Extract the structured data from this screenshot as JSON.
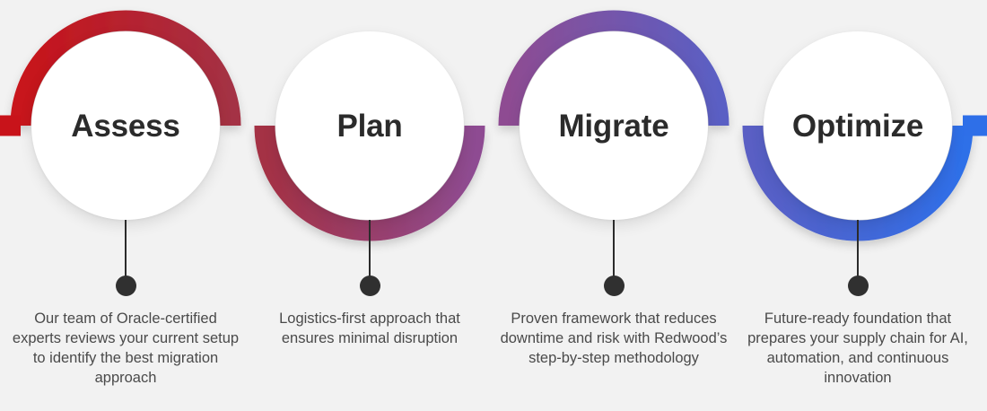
{
  "background_color": "#f2f2f2",
  "steps": [
    {
      "label": "Assess",
      "caption": "Our team of Oracle-certified experts reviews your current setup to identify the best migration approach",
      "arc_position": "top",
      "arc_color_start": "#c8131a",
      "arc_color_end": "#a43144"
    },
    {
      "label": "Plan",
      "caption": "Logistics-first approach that ensures minimal disruption",
      "arc_position": "bottom",
      "arc_color_start": "#a43144",
      "arc_color_end": "#8e4c92"
    },
    {
      "label": "Migrate",
      "caption": "Proven framework that reduces downtime and risk with Redwood’s step-by-step methodology",
      "arc_position": "top",
      "arc_color_start": "#8e4c92",
      "arc_color_end": "#5a5fc4"
    },
    {
      "label": "Optimize",
      "caption": "Future-ready foundation that prepares your supply chain for AI, automation, and continuous innovation",
      "arc_position": "bottom",
      "arc_color_start": "#5a5fc4",
      "arc_color_end": "#2e6fe8"
    }
  ],
  "label_color": "#2b2b2b",
  "caption_color": "#4a4a4a",
  "connector_color": "#303030"
}
